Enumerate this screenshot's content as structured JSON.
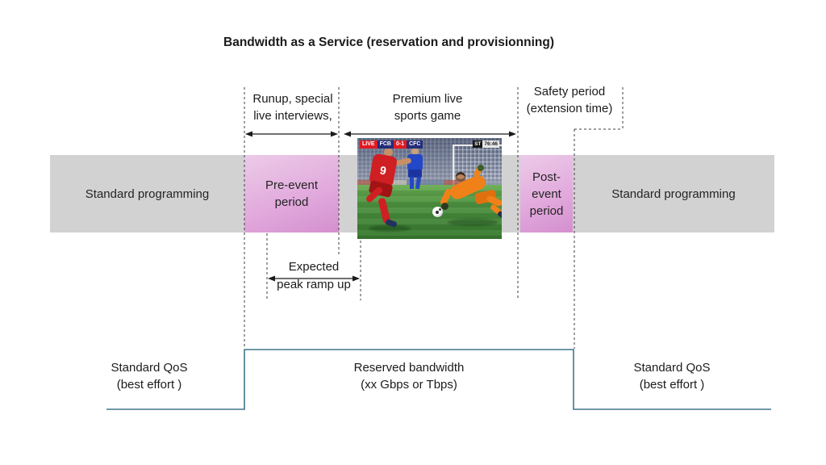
{
  "title": "Bandwidth as a Service (reservation and provisionning)",
  "annotations": {
    "runup_line1": "Runup, special",
    "runup_line2": "live interviews,",
    "premium_line1": "Premium live",
    "premium_line2": "sports game",
    "safety_line1": "Safety period",
    "safety_line2": "(extension time)",
    "ramp_line1": "Expected",
    "ramp_line2": "peak ramp up"
  },
  "bands": {
    "standard_left": "Standard programming",
    "pre_event_line1": "Pre-event",
    "pre_event_line2": "period",
    "post_event_line1": "Post-",
    "post_event_line2": "event",
    "post_event_line3": "period",
    "standard_right": "Standard programming"
  },
  "bandwidth": {
    "qos_left_line1": "Standard QoS",
    "qos_left_line2": "(best effort )",
    "reserved_line1": "Reserved bandwidth",
    "reserved_line2": "(xx Gbps or Tbps)",
    "qos_right_line1": "Standard QoS",
    "qos_right_line2": "(best effort )"
  },
  "match": {
    "live_badge": "LIVE",
    "home_team": "FCB",
    "score": "0-1",
    "away_team": "CFC",
    "clock_period": "ST",
    "clock_time": "76:46",
    "player_number": "9"
  },
  "colors": {
    "band_gray": "#d2d2d2",
    "pink_light": "#eccbe8",
    "pink_dark": "#d48fce",
    "bandwidth_line": "#41768b",
    "dashed_line": "#3f3f3f"
  }
}
